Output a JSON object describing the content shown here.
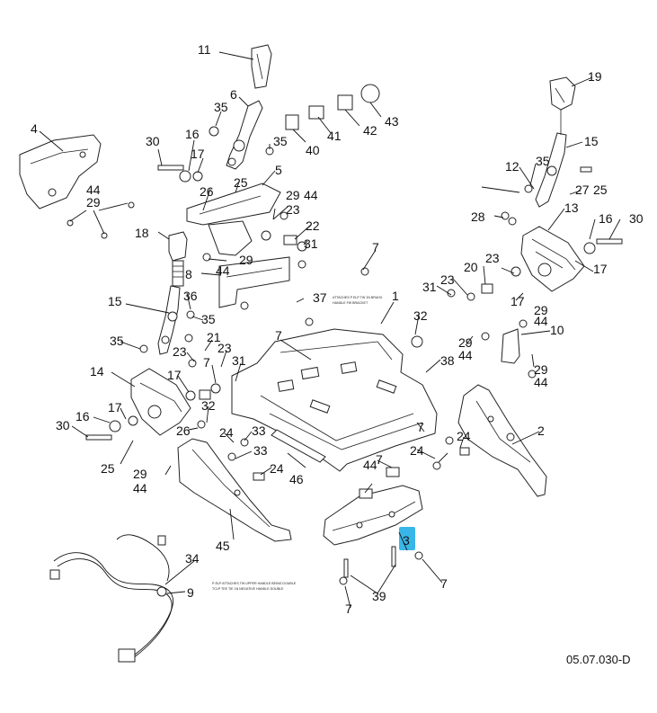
{
  "figure_code": "05.07.030-D",
  "callouts": [
    "11",
    "19",
    "6",
    "43",
    "35",
    "4",
    "42",
    "41",
    "40",
    "30",
    "16",
    "17",
    "35",
    "15",
    "12",
    "35",
    "5",
    "44",
    "29",
    "26",
    "25",
    "29",
    "44",
    "27",
    "25",
    "23",
    "22",
    "13",
    "16",
    "30",
    "18",
    "17",
    "31",
    "28",
    "7",
    "29",
    "44",
    "8",
    "20",
    "23",
    "17",
    "36",
    "37",
    "1",
    "31",
    "23",
    "15",
    "35",
    "7",
    "32",
    "29",
    "44",
    "35",
    "23",
    "21",
    "7",
    "23",
    "31",
    "29",
    "44",
    "10",
    "14",
    "17",
    "38",
    "29",
    "44",
    "17",
    "16",
    "30",
    "32",
    "26",
    "24",
    "33",
    "2",
    "7",
    "25",
    "33",
    "24",
    "29",
    "44",
    "24",
    "46",
    "7",
    "3",
    "45",
    "34",
    "9",
    "39",
    "7",
    "7"
  ],
  "notes": {
    "note_a": [
      "ATTACHES P ELP TW 1N BRUHX",
      "HANDLE FW BRACKET"
    ],
    "note_b": [
      "P-ELP ATTACHES TW UPPER HANDLE BEING DOUBLE",
      "TCLP TEE TIE 1N NEGATIVE HANDLE DOUBLE"
    ]
  },
  "highlight_color": "#39b6e8"
}
